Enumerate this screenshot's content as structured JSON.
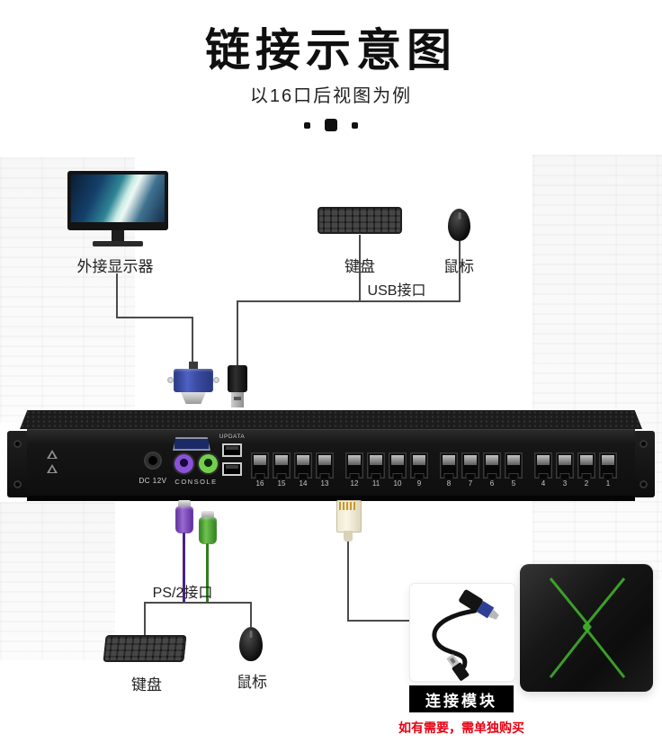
{
  "header": {
    "title": "链接示意图",
    "subtitle": "以16口后视图为例"
  },
  "labels": {
    "monitor": "外接显示器",
    "keyboard_top": "键盘",
    "mouse_top": "鼠标",
    "usb": "USB接口",
    "ps2": "PS/2接口",
    "keyboard_bottom": "键盘",
    "mouse_bottom": "鼠标"
  },
  "kvm": {
    "power": "DC 12V",
    "console": "CONSOLE",
    "updata": "UPDATA",
    "ports": [
      "16",
      "15",
      "14",
      "13",
      "12",
      "11",
      "10",
      "9",
      "8",
      "7",
      "6",
      "5",
      "4",
      "3",
      "2",
      "1"
    ]
  },
  "module": {
    "title": "连接模块",
    "note": "如有需要，需单独购买"
  },
  "colors": {
    "accent_red": "#e60012",
    "ps2_purple": "#8a53d6",
    "ps2_green": "#72cf4e",
    "vga_blue": "#3a4aa0",
    "panel_black": "#161616"
  }
}
